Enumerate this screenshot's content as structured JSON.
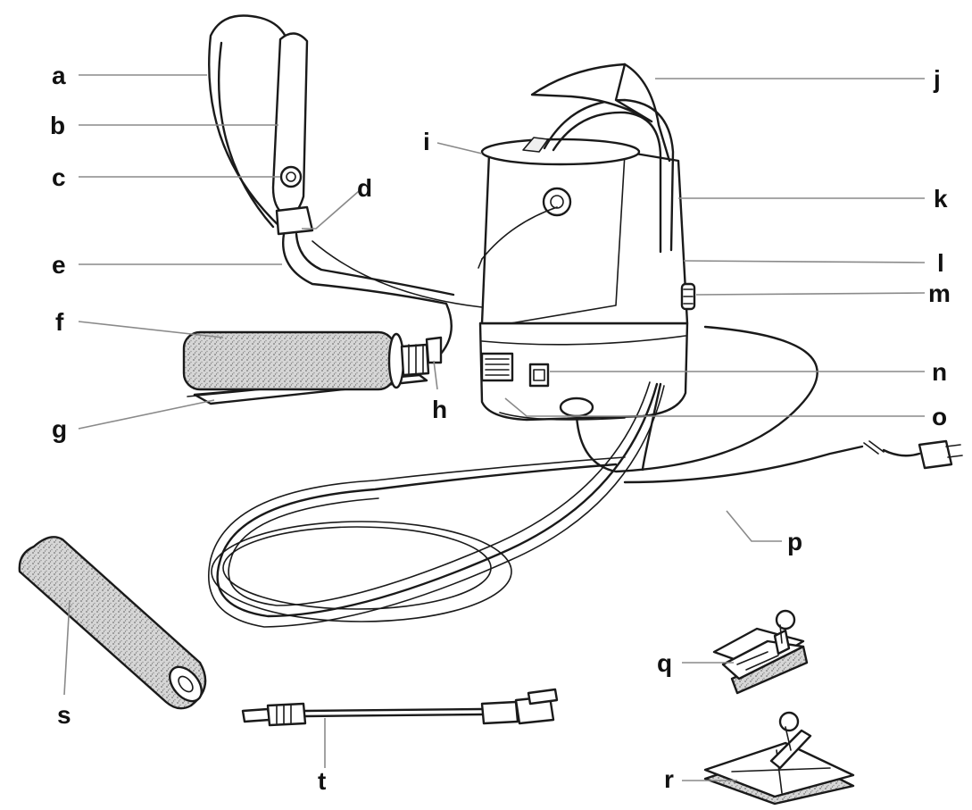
{
  "labels": {
    "a": "a",
    "b": "b",
    "c": "c",
    "d": "d",
    "e": "e",
    "f": "f",
    "g": "g",
    "h": "h",
    "i": "i",
    "j": "j",
    "k": "k",
    "l": "l",
    "m": "m",
    "n": "n",
    "o": "o",
    "p": "p",
    "q": "q",
    "r": "r",
    "s": "s",
    "t": "t"
  },
  "colors": {
    "ink": "#1a1a1a",
    "leader": "#8a8a8a",
    "label": "#111111",
    "background": "#ffffff"
  }
}
